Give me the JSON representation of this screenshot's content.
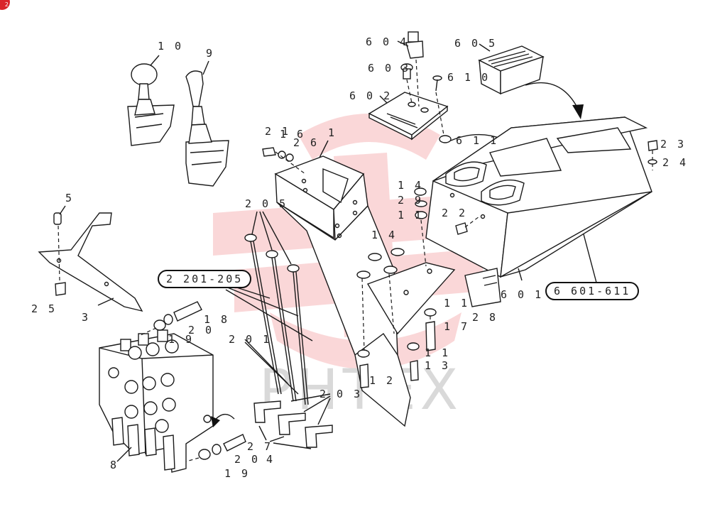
{
  "corner_badge": "2",
  "watermark": "PHTEX",
  "callouts": [
    {
      "id": "c10",
      "text": "1 0"
    },
    {
      "id": "c9",
      "text": "9"
    },
    {
      "id": "c21",
      "text": "2 1"
    },
    {
      "id": "c16",
      "text": "1 6"
    },
    {
      "id": "c26",
      "text": "2 6"
    },
    {
      "id": "c1",
      "text": "1"
    },
    {
      "id": "c604",
      "text": "6 0 4"
    },
    {
      "id": "c605",
      "text": "6 0 5"
    },
    {
      "id": "c603",
      "text": "6 0 3"
    },
    {
      "id": "c610",
      "text": "6 1 0"
    },
    {
      "id": "c602",
      "text": "6 0 2"
    },
    {
      "id": "c611",
      "text": "6 1 1"
    },
    {
      "id": "c23a",
      "text": "2 3"
    },
    {
      "id": "c24",
      "text": "2 4"
    },
    {
      "id": "c5",
      "text": "5"
    },
    {
      "id": "c205",
      "text": "2 0 5"
    },
    {
      "id": "c14a",
      "text": "1 4"
    },
    {
      "id": "c29",
      "text": "2 9"
    },
    {
      "id": "c11a",
      "text": "1 1"
    },
    {
      "id": "c22",
      "text": "2 2"
    },
    {
      "id": "c14b",
      "text": "1 4"
    },
    {
      "id": "c25",
      "text": "2 5"
    },
    {
      "id": "c3",
      "text": "3"
    },
    {
      "id": "c601",
      "text": "6 0 1"
    },
    {
      "id": "c28",
      "text": "2 8"
    },
    {
      "id": "c11b",
      "text": "1 1"
    },
    {
      "id": "c18",
      "text": "1 8"
    },
    {
      "id": "c20a",
      "text": "2 0"
    },
    {
      "id": "c19a",
      "text": "1 9"
    },
    {
      "id": "c17",
      "text": "1 7"
    },
    {
      "id": "c201",
      "text": "2 0 1"
    },
    {
      "id": "c11c",
      "text": "1 1"
    },
    {
      "id": "c13",
      "text": "1 3"
    },
    {
      "id": "c12",
      "text": "1 2"
    },
    {
      "id": "c203",
      "text": "2 0 3"
    },
    {
      "id": "c27",
      "text": "2 7"
    },
    {
      "id": "c8",
      "text": "8"
    },
    {
      "id": "c20b",
      "text": "2 0"
    },
    {
      "id": "c4",
      "text": "4"
    },
    {
      "id": "c19b",
      "text": "1 9"
    }
  ],
  "groups": {
    "rods": "2  201-205",
    "console": "6  601-611"
  }
}
